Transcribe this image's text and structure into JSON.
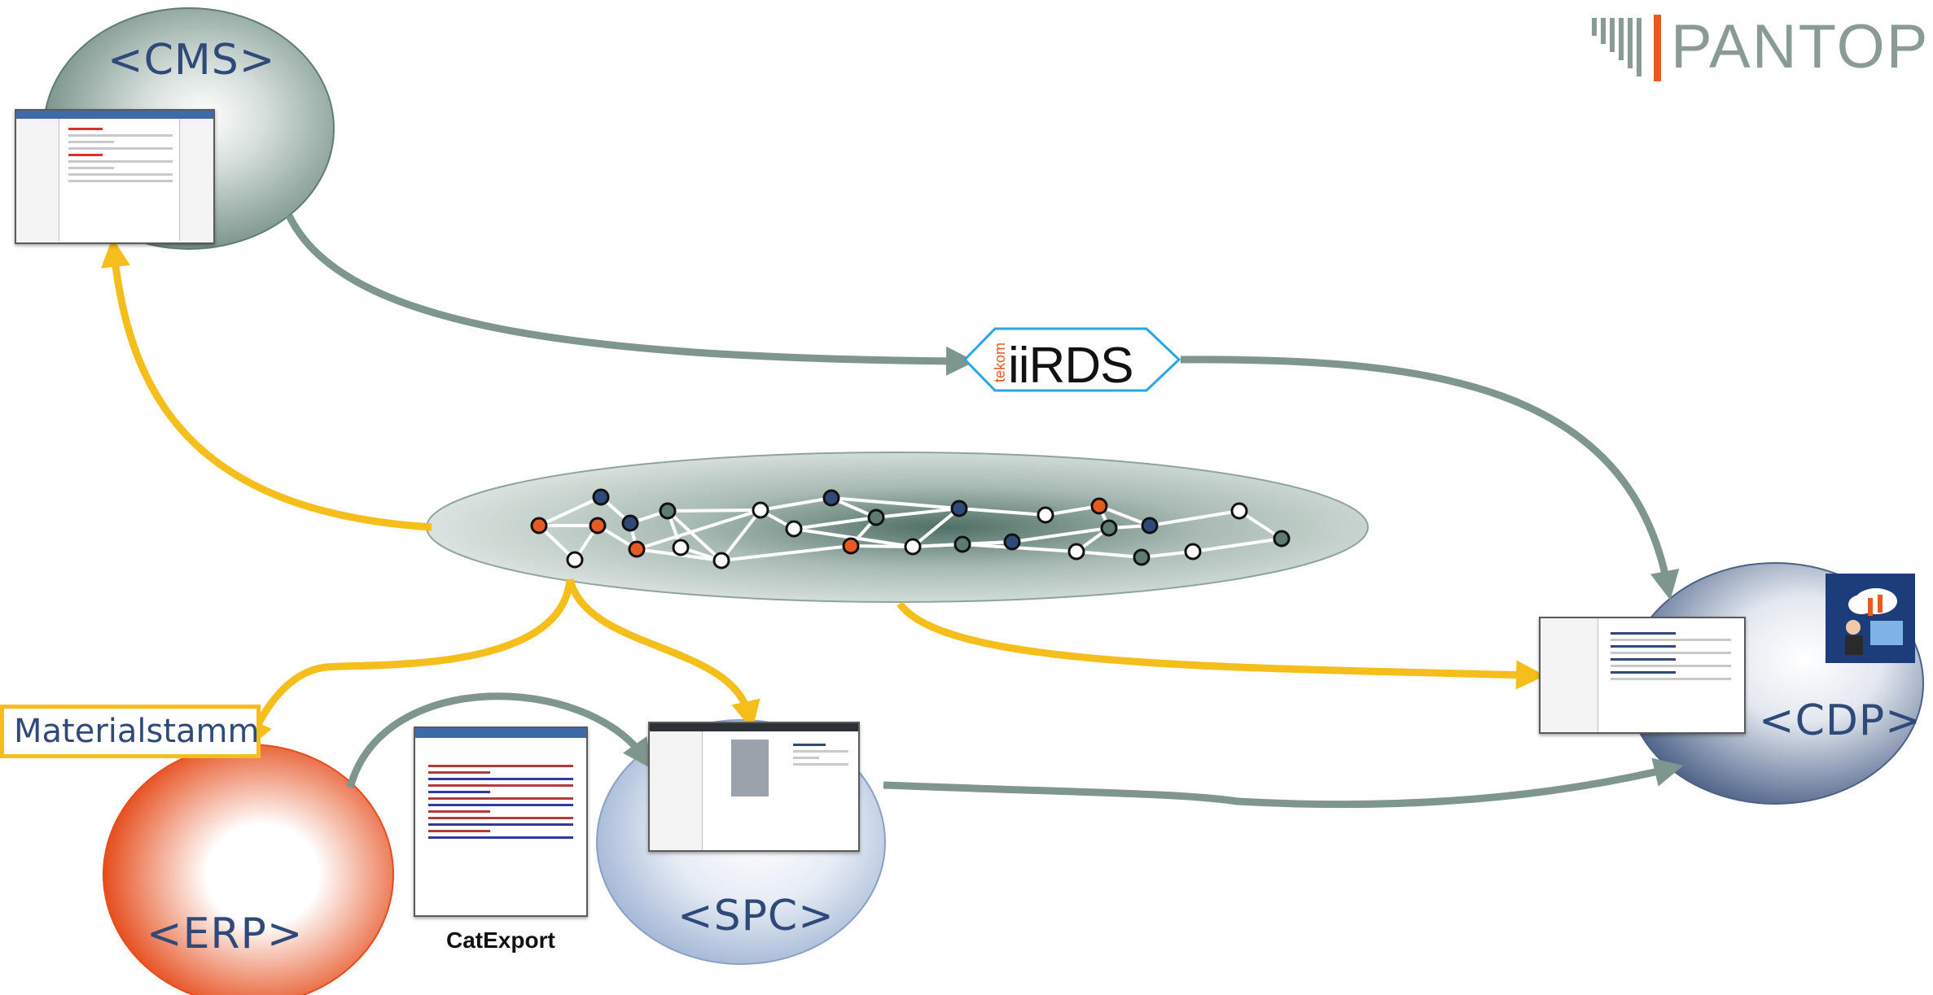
{
  "nodes": {
    "cms": "<CMS>",
    "erp": "<ERP>",
    "spc": "<SPC>",
    "cdp": "<CDP>"
  },
  "materialstamm": "Materialstamm",
  "catexport": "CatExport",
  "iirds": {
    "prefix": "tekom",
    "brand": "iiRDS"
  },
  "logo": "PANTOP",
  "graph_nodes": [
    {
      "c": "orange"
    },
    {
      "c": "blue"
    },
    {
      "c": "orange"
    },
    {
      "c": "blue"
    },
    {
      "c": "white"
    },
    {
      "c": "orange"
    },
    {
      "c": "gray"
    },
    {
      "c": "white"
    },
    {
      "c": "white"
    },
    {
      "c": "white"
    },
    {
      "c": "white"
    },
    {
      "c": "blue"
    },
    {
      "c": "gray"
    },
    {
      "c": "orange"
    },
    {
      "c": "white"
    },
    {
      "c": "blue"
    },
    {
      "c": "gray"
    },
    {
      "c": "blue"
    },
    {
      "c": "white"
    },
    {
      "c": "orange"
    },
    {
      "c": "gray"
    },
    {
      "c": "blue"
    },
    {
      "c": "white"
    },
    {
      "c": "gray"
    },
    {
      "c": "white"
    },
    {
      "c": "white"
    },
    {
      "c": "gray"
    }
  ],
  "colors": {
    "yellow": "#f5be1a",
    "gray_arrow": "#7f968f",
    "label": "#2f4a78",
    "orange": "#e85a22",
    "navy": "#2f4a78"
  }
}
